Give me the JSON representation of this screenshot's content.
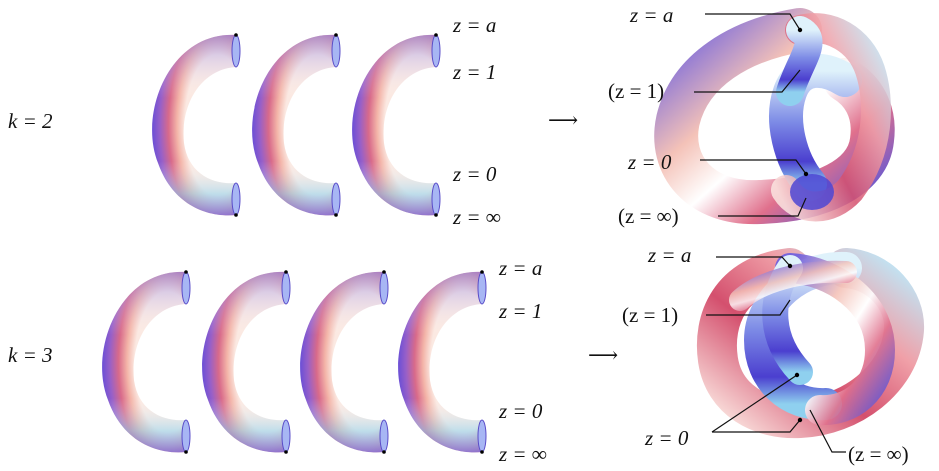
{
  "rows": [
    {
      "k_label": "k = 2",
      "tube_count": 3,
      "right_labels": [
        "z = a",
        "z = 1",
        "z = 0",
        "z = ∞"
      ],
      "arrow": "⟶",
      "result_labels": [
        "z = a",
        "(z = 1)",
        "z = 0",
        "(z = ∞)"
      ]
    },
    {
      "k_label": "k = 3",
      "tube_count": 4,
      "right_labels": [
        "z = a",
        "z = 1",
        "z = 0",
        "z = ∞"
      ],
      "arrow": "⟶",
      "result_labels": [
        "z = a",
        "(z = 1)",
        "z = 0",
        "(z = ∞)"
      ]
    }
  ],
  "colors": {
    "tube_edge": "#7a4fd6",
    "tube_mid": "#d86a8a",
    "tube_light": "#fbe9e2",
    "tube_cyan": "#8fd4f0",
    "tube_blue": "#5a54d8",
    "end_cap": "#9aa8f0",
    "leader_line": "#111111"
  }
}
